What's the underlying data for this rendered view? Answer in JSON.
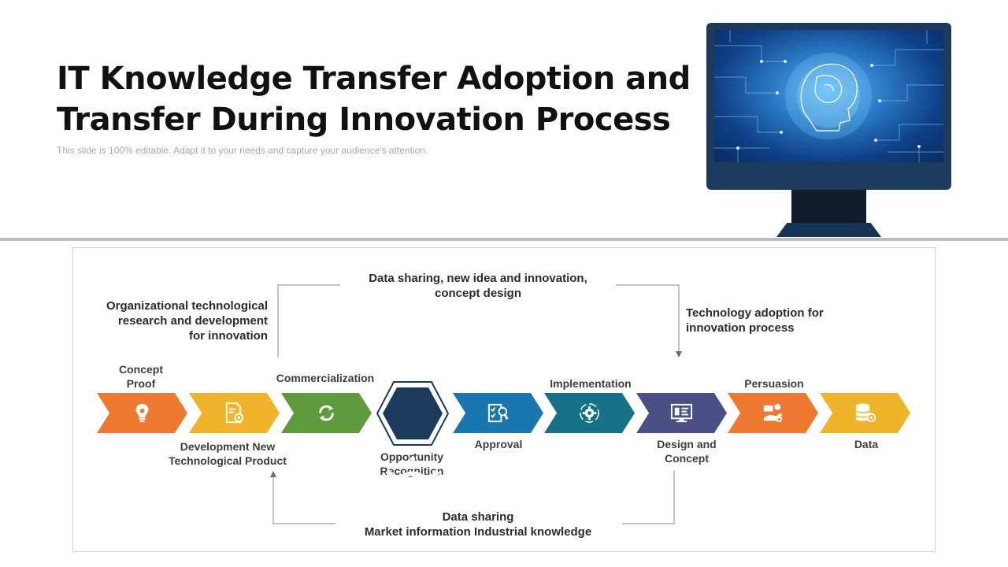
{
  "title_line1": "IT Knowledge Transfer Adoption and",
  "title_line2": "Transfer During Innovation Process",
  "subtitle": "This slide is 100% editable. Adapt it to your needs and capture your audience's attention.",
  "top_flow": {
    "center_text": "Data sharing, new  idea and innovation,\nconcept design",
    "left_text": "Organizational technological\nresearch and development\nfor innovation",
    "right_text": "Technology adoption for\ninnovation process"
  },
  "bottom_flow": {
    "center_text": "Data sharing\nMarket information Industrial knowledge"
  },
  "steps": {
    "concept_proof": "Concept\nProof",
    "development": "Development New\nTechnological Product",
    "commercialization": "Commercialization",
    "opportunity": "Opportunity\nRecognition",
    "approval": "Approval",
    "implementation": "Implementation",
    "design": "Design and\nConcept",
    "persuasion": "Persuasion",
    "data": "Data"
  },
  "colors": {
    "orange": "#ee7a32",
    "yellow": "#efb42a",
    "green": "#5d9b3c",
    "navy": "#1b3a5c",
    "blue": "#1a76ae",
    "teal": "#167187",
    "indigo": "#4a4f86"
  },
  "icons": [
    "lightbulb-icon",
    "document-gear-icon",
    "cycle-arrows-icon",
    "alarm-light-icon",
    "checklist-search-icon",
    "gear-cycle-icon",
    "dashboard-monitor-icon",
    "hand-money-icon",
    "database-gear-icon"
  ]
}
